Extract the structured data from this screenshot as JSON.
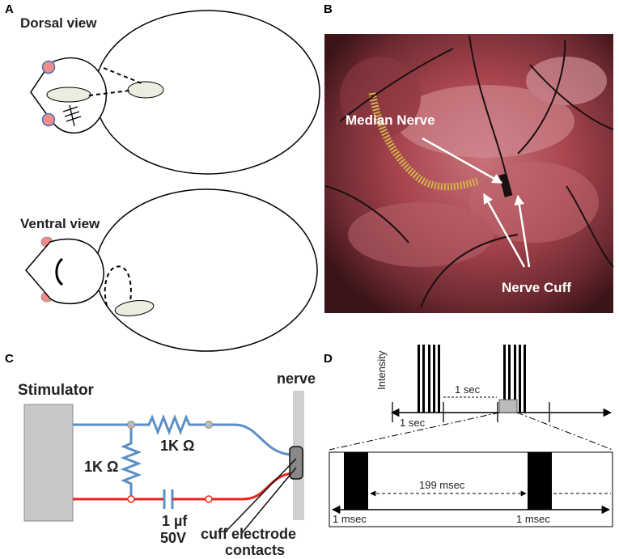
{
  "panels": {
    "a": "A",
    "b": "B",
    "c": "C",
    "d": "D"
  },
  "panel_a": {
    "dorsal_label": "Dorsal view",
    "ventral_label": "Ventral view"
  },
  "panel_b": {
    "median_nerve_label": "Median Nerve",
    "nerve_cuff_label": "Nerve Cuff"
  },
  "panel_c": {
    "stimulator_label": "Stimulator",
    "nerve_label": "nerve",
    "resistor_top_label": "1K Ω",
    "resistor_left_label": "1K Ω",
    "capacitor_value": "1 µf",
    "capacitor_voltage": "50V",
    "electrode_label_line1": "cuff electrode",
    "electrode_label_line2": "contacts",
    "wire_colors": {
      "top": "#5b8fc7",
      "bottom": "#e8241c"
    }
  },
  "panel_d": {
    "ylabel": "Intensity",
    "one_sec_label": "1 sec",
    "one_sec_train_label": "1 sec",
    "interval_label": "199 msec",
    "left_pulse_label": "1 msec",
    "right_pulse_label": "1 msec"
  }
}
